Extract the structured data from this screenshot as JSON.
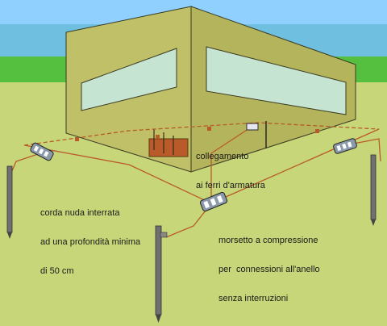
{
  "colors": {
    "sky_top": "#8fd0ff",
    "sky_band": "#6fc0e0",
    "hedge": "#55c040",
    "ground": "#c8d67a",
    "building_front": "#c0c068",
    "building_side": "#b4b45c",
    "window": "#c6e4d2",
    "ring_wire": "#b85a2a",
    "clamp": "#8a9aa8",
    "rod": "#707070"
  },
  "labels": {
    "buried_wire": [
      "corda nuda interrata",
      "ad una profondità minima",
      "di 50 cm"
    ],
    "rebar_connection": [
      "collegamento",
      "ai ferri d'armatura"
    ],
    "compression_clamp": [
      "morsetto a compressione",
      "per  connessioni all'anello",
      "senza interruzioni"
    ]
  }
}
